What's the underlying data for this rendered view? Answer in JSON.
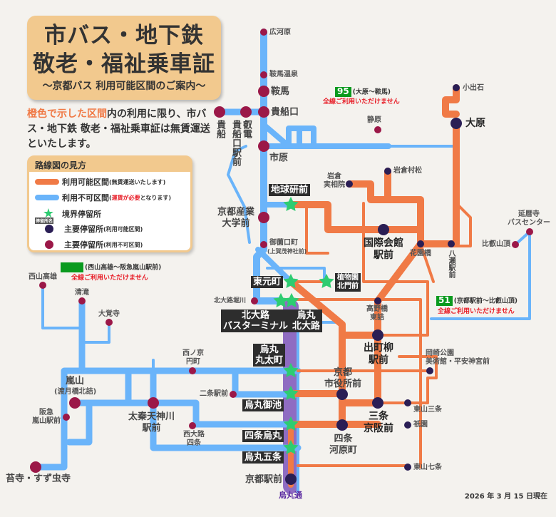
{
  "header": {
    "title_line1": "市バス・地下鉄",
    "title_line2": "敬老・福祉乗車証",
    "subtitle": "〜京都バス 利用可能区間のご案内〜"
  },
  "intro": {
    "highlight": "橙色で示した区間",
    "rest": "内の利用に限り、市バス・地下鉄 敬老・福祉乗車証は無賃運送といたします。"
  },
  "legend": {
    "heading": "路線図の見方",
    "available": "利用可能区間",
    "available_note": "(無賃運送いたします)",
    "unavailable": "利用不可区間",
    "unavailable_note_red": "運賃が必要",
    "unavailable_note_rest": "となります)",
    "boundary": "境界停留所",
    "boundary_sub": "停留所名",
    "major_available": "主要停留所",
    "major_available_note": "(利用可能区間)",
    "major_unavailable": "主要停留所",
    "major_unavailable_note": "(利用不可区間)"
  },
  "colors": {
    "available": "#f07a46",
    "unavailable": "#6ab4fa",
    "boundary": "#2ecc71",
    "major_available": "#2a1e55",
    "major_unavailable": "#9b1848",
    "subway": "#8f6cc2",
    "route_badge": "#0a9a1e",
    "warning": "#e8202a"
  },
  "notices": [
    {
      "route": "95",
      "range": "(大原〜鞍馬)",
      "text": "全線ご利用いただけません"
    },
    {
      "route": "51",
      "range": "(京都駅前〜比叡山頂)",
      "text": "全線ご利用いただけません"
    },
    {
      "route": "",
      "range": "(西山高雄〜阪急嵐山駅前)",
      "text": "全線ご利用いただけません"
    }
  ],
  "stops": {
    "hirogawara": "広河原",
    "kurama_onsen": "鞍馬温泉",
    "kurama": "鞍馬",
    "kibuneguchi": "貴船口",
    "eiden": "叡電",
    "kibune": "貴船",
    "kibuneguchi_eki": "貴船口駅前",
    "ichihara": "市原",
    "shizuhara": "静原",
    "kyosan": "京都産業\n大学前",
    "misonoguchi": "御薗口町",
    "misonoguchi_sub": "(上賀茂神社前)",
    "chikyuken": "地球研前",
    "iwakura_jissoin": "岩倉\n実相院",
    "iwakura_muramatsu": "岩倉村松",
    "kokusai": "国際会館\n駅前",
    "hanazonobashi": "花園橋",
    "yase": "八瀬駅前",
    "kodeishi": "小出石",
    "ohara": "大原",
    "enryakuji": "延暦寺\nバスセンター",
    "hieizan": "比叡山頂",
    "higashimotomachi": "東元町",
    "shokubutsuen": "植物園\n北門前",
    "kitaoji_horikawa": "北大路堀川",
    "kitaoji_bt": "北大路\nバスターミナル",
    "karasuma_kitaoji": "烏丸\n北大路",
    "takano": "高野橋\n東詰",
    "demachi": "出町柳\n駅前",
    "karasuma_marutamachi": "烏丸\n丸太町",
    "shiyakusho": "京都\n市役所前",
    "okazaki": "岡崎公園\n美術館・平安神宮前",
    "karasuma_oike": "烏丸御池",
    "sanjo": "三条\n京阪前",
    "higashiyama_sanjo": "東山三条",
    "gion": "祇園",
    "shijo_karasuma": "四条烏丸",
    "shijo_kawaramachi": "四条\n河原町",
    "karasuma_gojo": "烏丸五条",
    "higashiyama_shichijo": "東山七条",
    "kyoto_eki": "京都駅前",
    "nishiyama_takao": "西山高雄",
    "kiyotaki": "清滝",
    "daikakuji": "大覚寺",
    "arashiyama": "嵐山",
    "arashiyama_sub": "(渡月橋北詰)",
    "hankyu_arashiyama": "阪急\n嵐山駅前",
    "kokedera": "苔寺・すず虫寺",
    "uzumasa": "太秦天神川\n駅前",
    "nishinokyo": "西ノ京\n円町",
    "nijo": "二条駅前",
    "nishioji_shijo": "西大路\n四条"
  },
  "subway_line": "烏丸通",
  "date": "2026 年 3 月 15 日現在"
}
